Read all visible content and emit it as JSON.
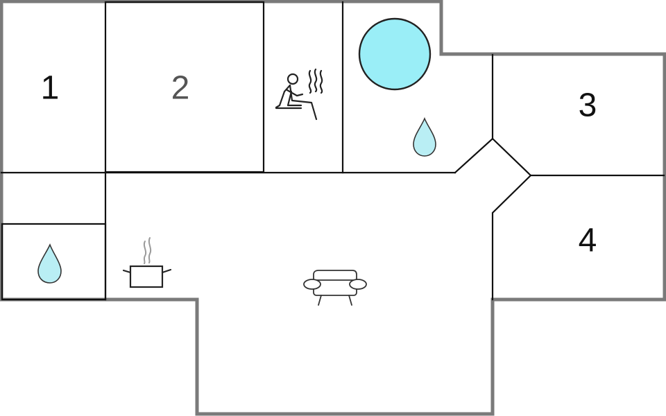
{
  "rooms": [
    {
      "id": "1",
      "label": "1"
    },
    {
      "id": "2",
      "label": "2"
    },
    {
      "id": "3",
      "label": "3"
    },
    {
      "id": "4",
      "label": "4"
    }
  ],
  "colors": {
    "water": "#b9eef4",
    "pool": "#9aeef7",
    "outer_wall": "#7a7a7a",
    "inner_wall": "#111111",
    "label_2": "#555555"
  },
  "icons": [
    "sauna-icon",
    "pool-icon",
    "water-drop-icon",
    "cooking-pot-icon",
    "sofa-icon"
  ]
}
